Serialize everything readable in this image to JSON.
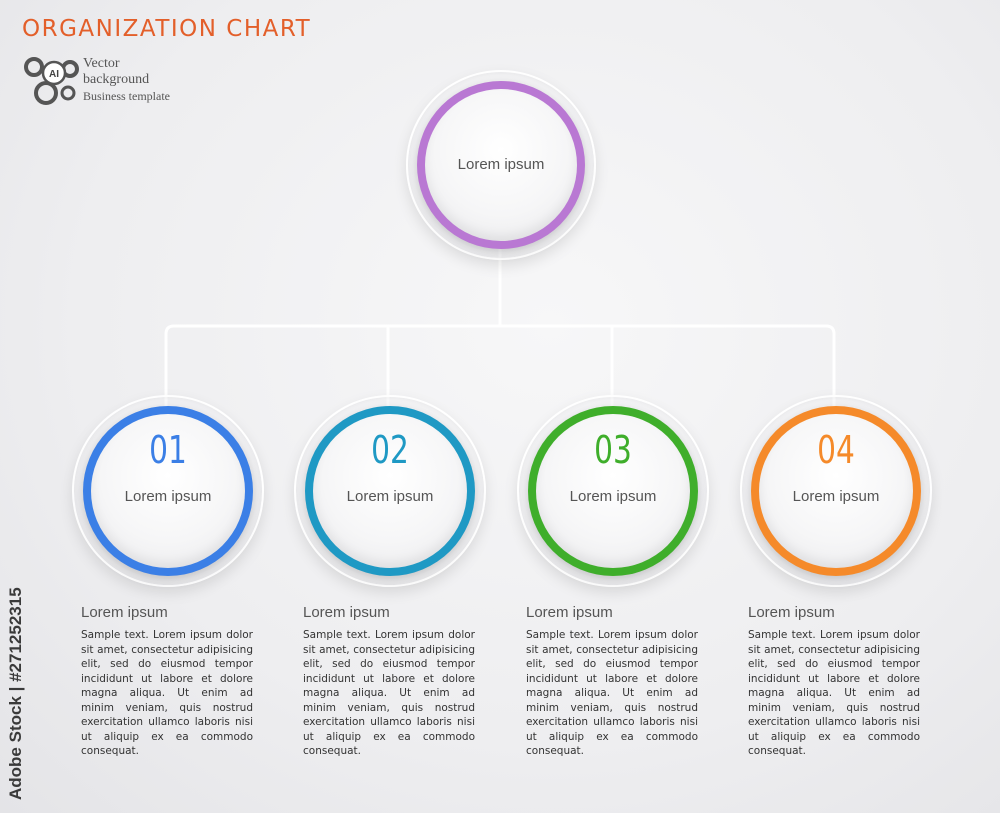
{
  "header": {
    "title": "ORGANIZATION CHART",
    "title_color": "#e35f2a",
    "logo_badge": "AI",
    "logo_line1": "Vector",
    "logo_line2": "background",
    "logo_line3": "Business template"
  },
  "root": {
    "label": "Lorem ipsum",
    "color": "#b978d3"
  },
  "nodes": [
    {
      "number": "01",
      "label": "Lorem ipsum",
      "color": "#3b7fe6",
      "heading": "Lorem ipsum",
      "text": "Sample text. Lorem ipsum dolor sit amet, consectetur adipisicing elit, sed do eiusmod tempor incididunt ut labore et dolore magna aliqua. Ut enim ad minim veniam, quis nostrud exercitation ullamco laboris nisi ut aliquip ex ea commodo consequat."
    },
    {
      "number": "02",
      "label": "Lorem ipsum",
      "color": "#1f99c4",
      "heading": "Lorem ipsum",
      "text": "Sample text. Lorem ipsum dolor sit amet, consectetur adipisicing elit, sed do eiusmod tempor incididunt ut labore et dolore magna aliqua. Ut enim ad minim veniam, quis nostrud exercitation ullamco laboris nisi ut aliquip ex ea commodo consequat."
    },
    {
      "number": "03",
      "label": "Lorem ipsum",
      "color": "#3fae2b",
      "heading": "Lorem ipsum",
      "text": "Sample text. Lorem ipsum dolor sit amet, consectetur adipisicing elit, sed do eiusmod tempor incididunt ut labore et dolore magna aliqua. Ut enim ad minim veniam, quis nostrud exercitation ullamco laboris nisi ut aliquip ex ea commodo consequat."
    },
    {
      "number": "04",
      "label": "Lorem ipsum",
      "color": "#f58a2a",
      "heading": "Lorem ipsum",
      "text": "Sample text. Lorem ipsum dolor sit amet, consectetur adipisicing elit, sed do eiusmod tempor incididunt ut labore et dolore magna aliqua. Ut enim ad minim veniam, quis nostrud exercitation ullamco laboris nisi ut aliquip ex ea commodo consequat."
    }
  ],
  "stock_id": "Adobe Stock | #271252315"
}
